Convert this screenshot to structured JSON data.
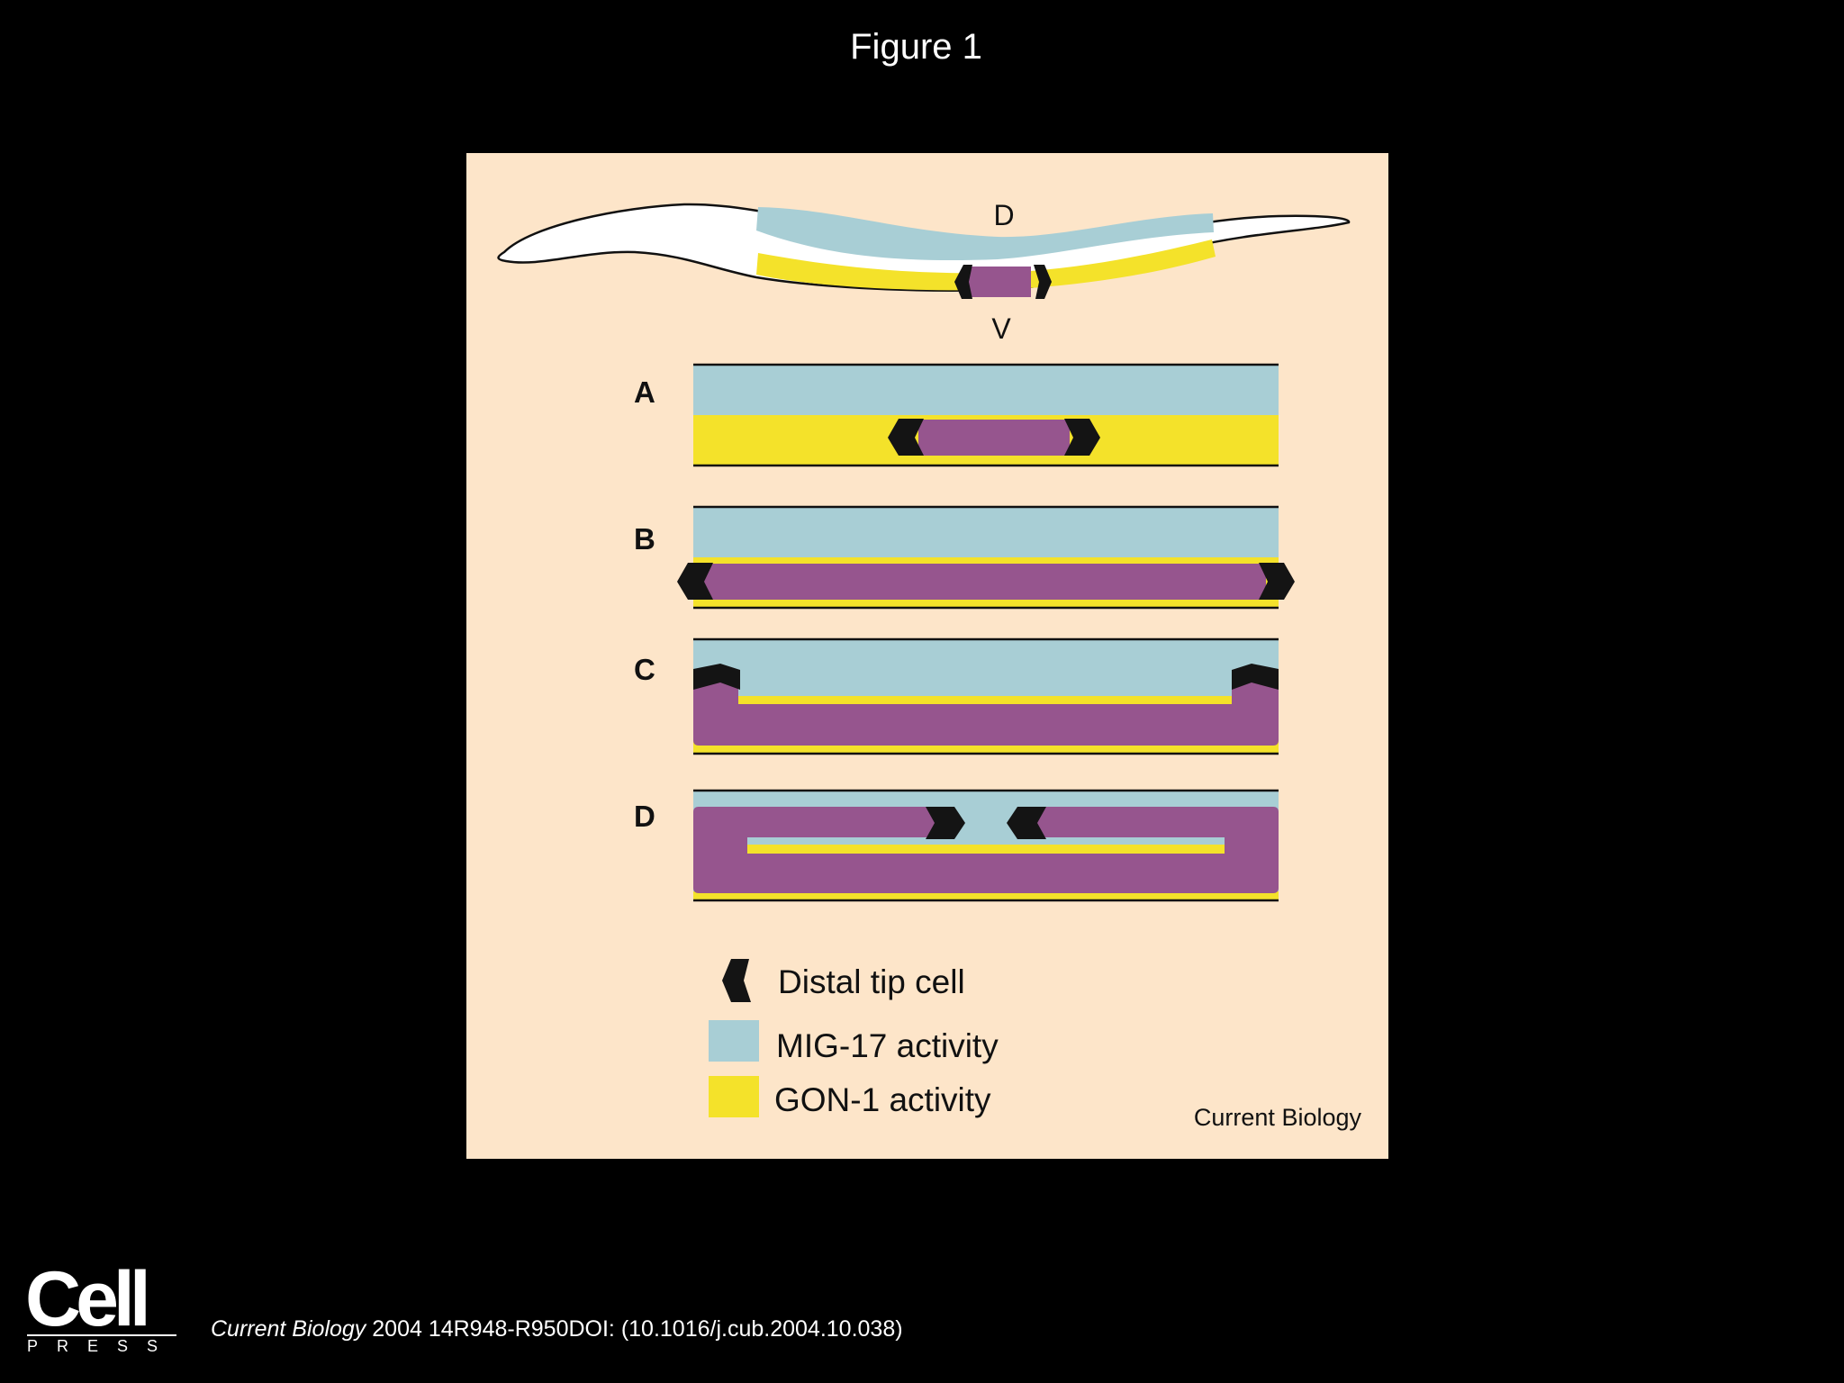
{
  "slide": {
    "title": "Figure 1"
  },
  "figure": {
    "background_color": "#fde5c9",
    "colors": {
      "mig17": "#a8ced5",
      "gon1": "#f4e22a",
      "gonad_purple": "#96558e",
      "dtc_black": "#141414",
      "worm_outline": "#111111"
    },
    "worm": {
      "dorsal_label": "D",
      "ventral_label": "V"
    },
    "panels": [
      {
        "label": "A"
      },
      {
        "label": "B"
      },
      {
        "label": "C"
      },
      {
        "label": "D"
      }
    ],
    "legend": {
      "items": [
        {
          "icon": "distal-tip-cell-icon",
          "label": "Distal tip cell"
        },
        {
          "icon": "mig17-swatch",
          "label": "MIG-17 activity"
        },
        {
          "icon": "gon1-swatch",
          "label": "GON-1 activity"
        }
      ]
    },
    "journal_label": "Current Biology"
  },
  "footer": {
    "logo_word": "Cell",
    "logo_sub": "PRESS",
    "citation_journal": "Current Biology",
    "citation_rest": " 2004 14R948-R950DOI: (10.1016/j.cub.2004.10.038)"
  }
}
